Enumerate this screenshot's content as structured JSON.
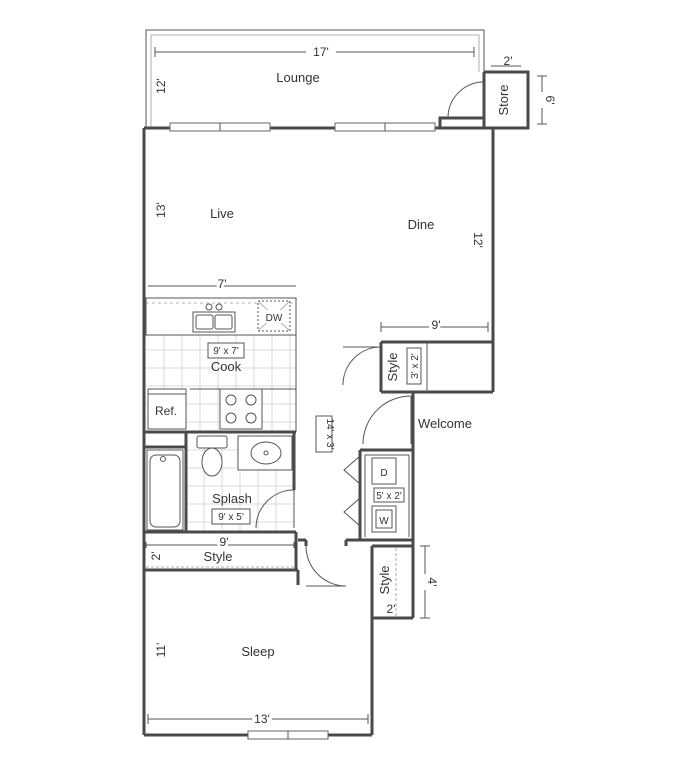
{
  "rooms": {
    "lounge": "Lounge",
    "store": "Store",
    "live": "Live",
    "dine": "Dine",
    "cook": "Cook",
    "ref": "Ref.",
    "dw": "DW",
    "style_upper": "Style",
    "welcome": "Welcome",
    "washer": "W",
    "dryer": "D",
    "splash": "Splash",
    "style_mid": "Style",
    "style_lower": "Style",
    "sleep": "Sleep"
  },
  "dimensions": {
    "lounge_width": "17'",
    "lounge_depth": "12'",
    "store_width": "2'",
    "store_depth": "6'",
    "live_depth": "13'",
    "dine_depth": "12'",
    "cook_width": "7'",
    "dine_width": "9'",
    "cook_size": "9' x 7'",
    "style_upper_size": "3' x 2'",
    "hall_size": "14' x 3'",
    "laundry_size": "5' x 2'",
    "splash_size": "9' x 5'",
    "style_mid_width": "9'",
    "style_mid_depth": "2'",
    "style_lower_depth": "4'",
    "style_lower_width": "2'",
    "sleep_depth": "11'",
    "sleep_width": "13'"
  }
}
